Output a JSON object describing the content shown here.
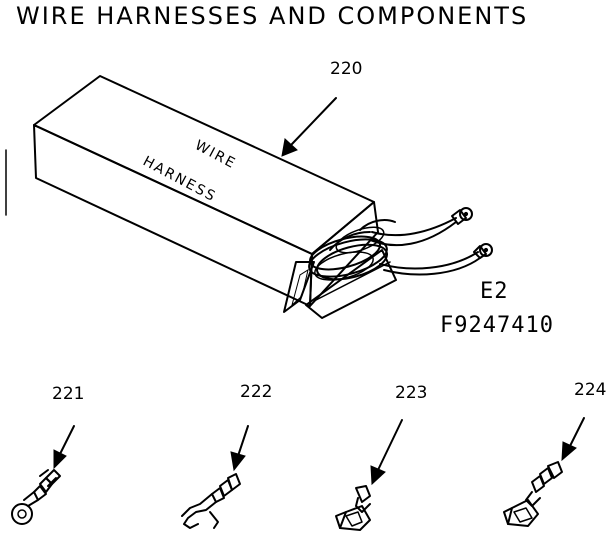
{
  "title": "WIRE HARNESSES AND COMPONENTS",
  "box_label_line1": "WIRE",
  "box_label_line2": "HARNESS",
  "drawing_codes": {
    "line1": "E2",
    "line2": "F9247410"
  },
  "parts": [
    {
      "number": "220",
      "icon": "wire-harness-box"
    },
    {
      "number": "221",
      "icon": "ring-terminal"
    },
    {
      "number": "222",
      "icon": "hook-terminal"
    },
    {
      "number": "223",
      "icon": "spade-connector"
    },
    {
      "number": "224",
      "icon": "angled-spade-connector"
    }
  ]
}
